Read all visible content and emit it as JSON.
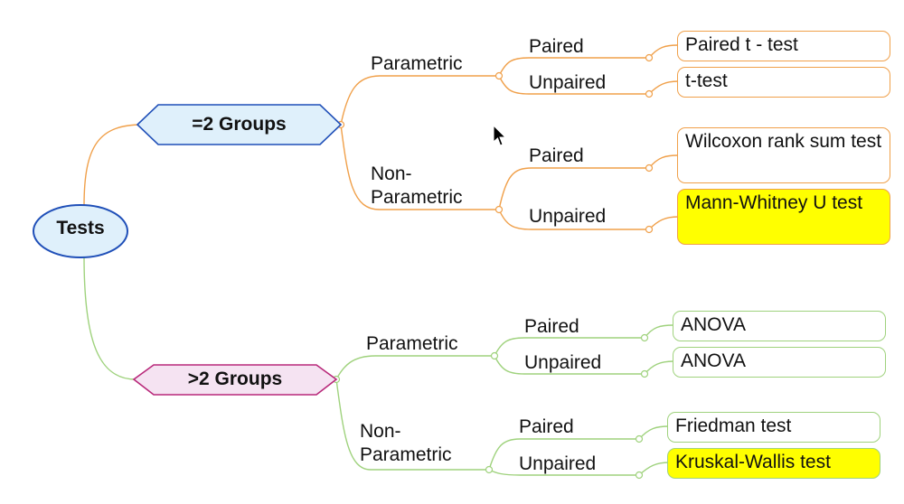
{
  "root": {
    "label": "Tests"
  },
  "groups": [
    {
      "label": "=2 Groups",
      "branches": [
        {
          "label": "Parametric",
          "leaves": [
            {
              "condition": "Paired",
              "test": "Paired t - test",
              "highlight": false
            },
            {
              "condition": "Unpaired",
              "test": "t-test",
              "highlight": false
            }
          ]
        },
        {
          "label": "Non-\nParametric",
          "leaves": [
            {
              "condition": "Paired",
              "test": "Wilcoxon rank sum test",
              "highlight": false
            },
            {
              "condition": "Unpaired",
              "test": "Mann-Whitney U test",
              "highlight": true
            }
          ]
        }
      ]
    },
    {
      "label": ">2 Groups",
      "branches": [
        {
          "label": "Parametric",
          "leaves": [
            {
              "condition": "Paired",
              "test": "ANOVA",
              "highlight": false
            },
            {
              "condition": "Unpaired",
              "test": "ANOVA",
              "highlight": false
            }
          ]
        },
        {
          "label": "Non-\nParametric",
          "leaves": [
            {
              "condition": "Paired",
              "test": "Friedman test",
              "highlight": false
            },
            {
              "condition": "Unpaired",
              "test": "Kruskal-Wallis test",
              "highlight": true
            }
          ]
        }
      ]
    }
  ],
  "colors": {
    "orange_line": "#f0a04a",
    "green_line": "#9fd27d",
    "root_fill": "#dff0fb",
    "root_stroke": "#1f4fb8",
    "group1_fill": "#dff0fb",
    "group1_stroke": "#1f4fb8",
    "group2_fill": "#f5e3f2",
    "group2_stroke": "#b8287a",
    "highlight": "#ffff00"
  }
}
